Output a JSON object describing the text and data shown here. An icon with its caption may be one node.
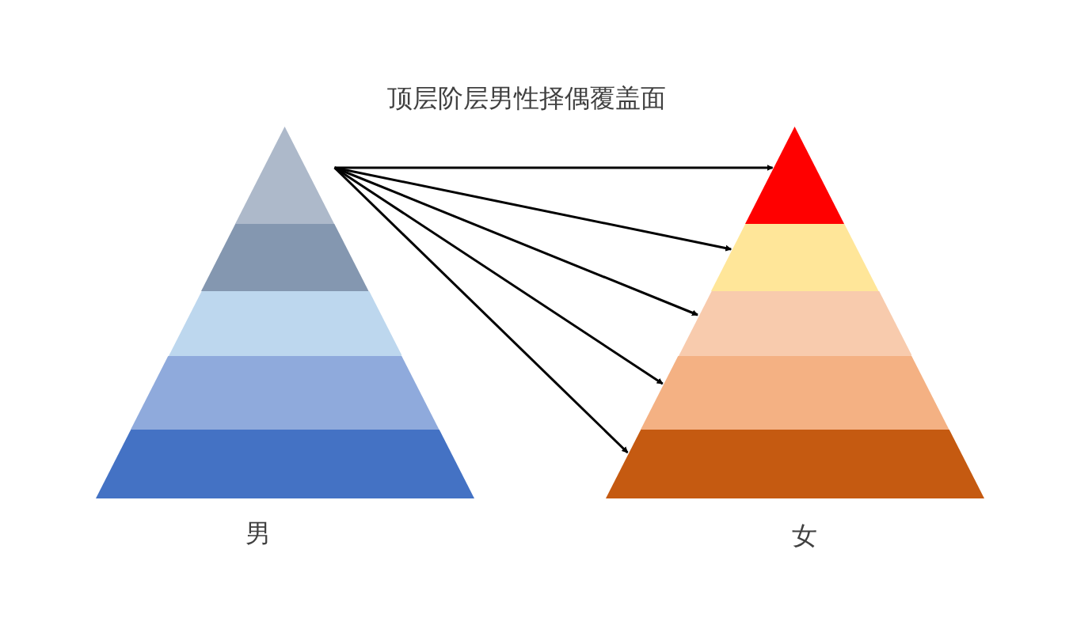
{
  "diagram": {
    "title": "顶层阶层男性择偶覆盖面",
    "nodes": [
      {
        "text": [],
        "shape": "triangle"
      },
      {
        "text": [],
        "shape": "trapezoid"
      },
      {
        "text": [],
        "shape": "trapezoid"
      },
      {
        "text": [],
        "shape": "trapezoid"
      },
      {
        "text": [],
        "shape": "trapezoid"
      },
      {
        "text": [],
        "shape": "triangle"
      },
      {
        "text": [],
        "shape": "trapezoid"
      },
      {
        "text": [],
        "shape": "trapezoid"
      },
      {
        "text": [],
        "shape": "trapezoid"
      },
      {
        "text": [],
        "shape": "trapezoid"
      }
    ],
    "edges": [
      {
        "from": 0,
        "to": 5,
        "arrow": "to"
      },
      {
        "from": 0,
        "to": 6,
        "arrow": "to"
      },
      {
        "from": 0,
        "to": 7,
        "arrow": "to"
      },
      {
        "from": 0,
        "to": 8,
        "arrow": "to"
      },
      {
        "from": 0,
        "to": 9,
        "arrow": "to"
      }
    ],
    "labels": [
      "男",
      "女"
    ]
  }
}
